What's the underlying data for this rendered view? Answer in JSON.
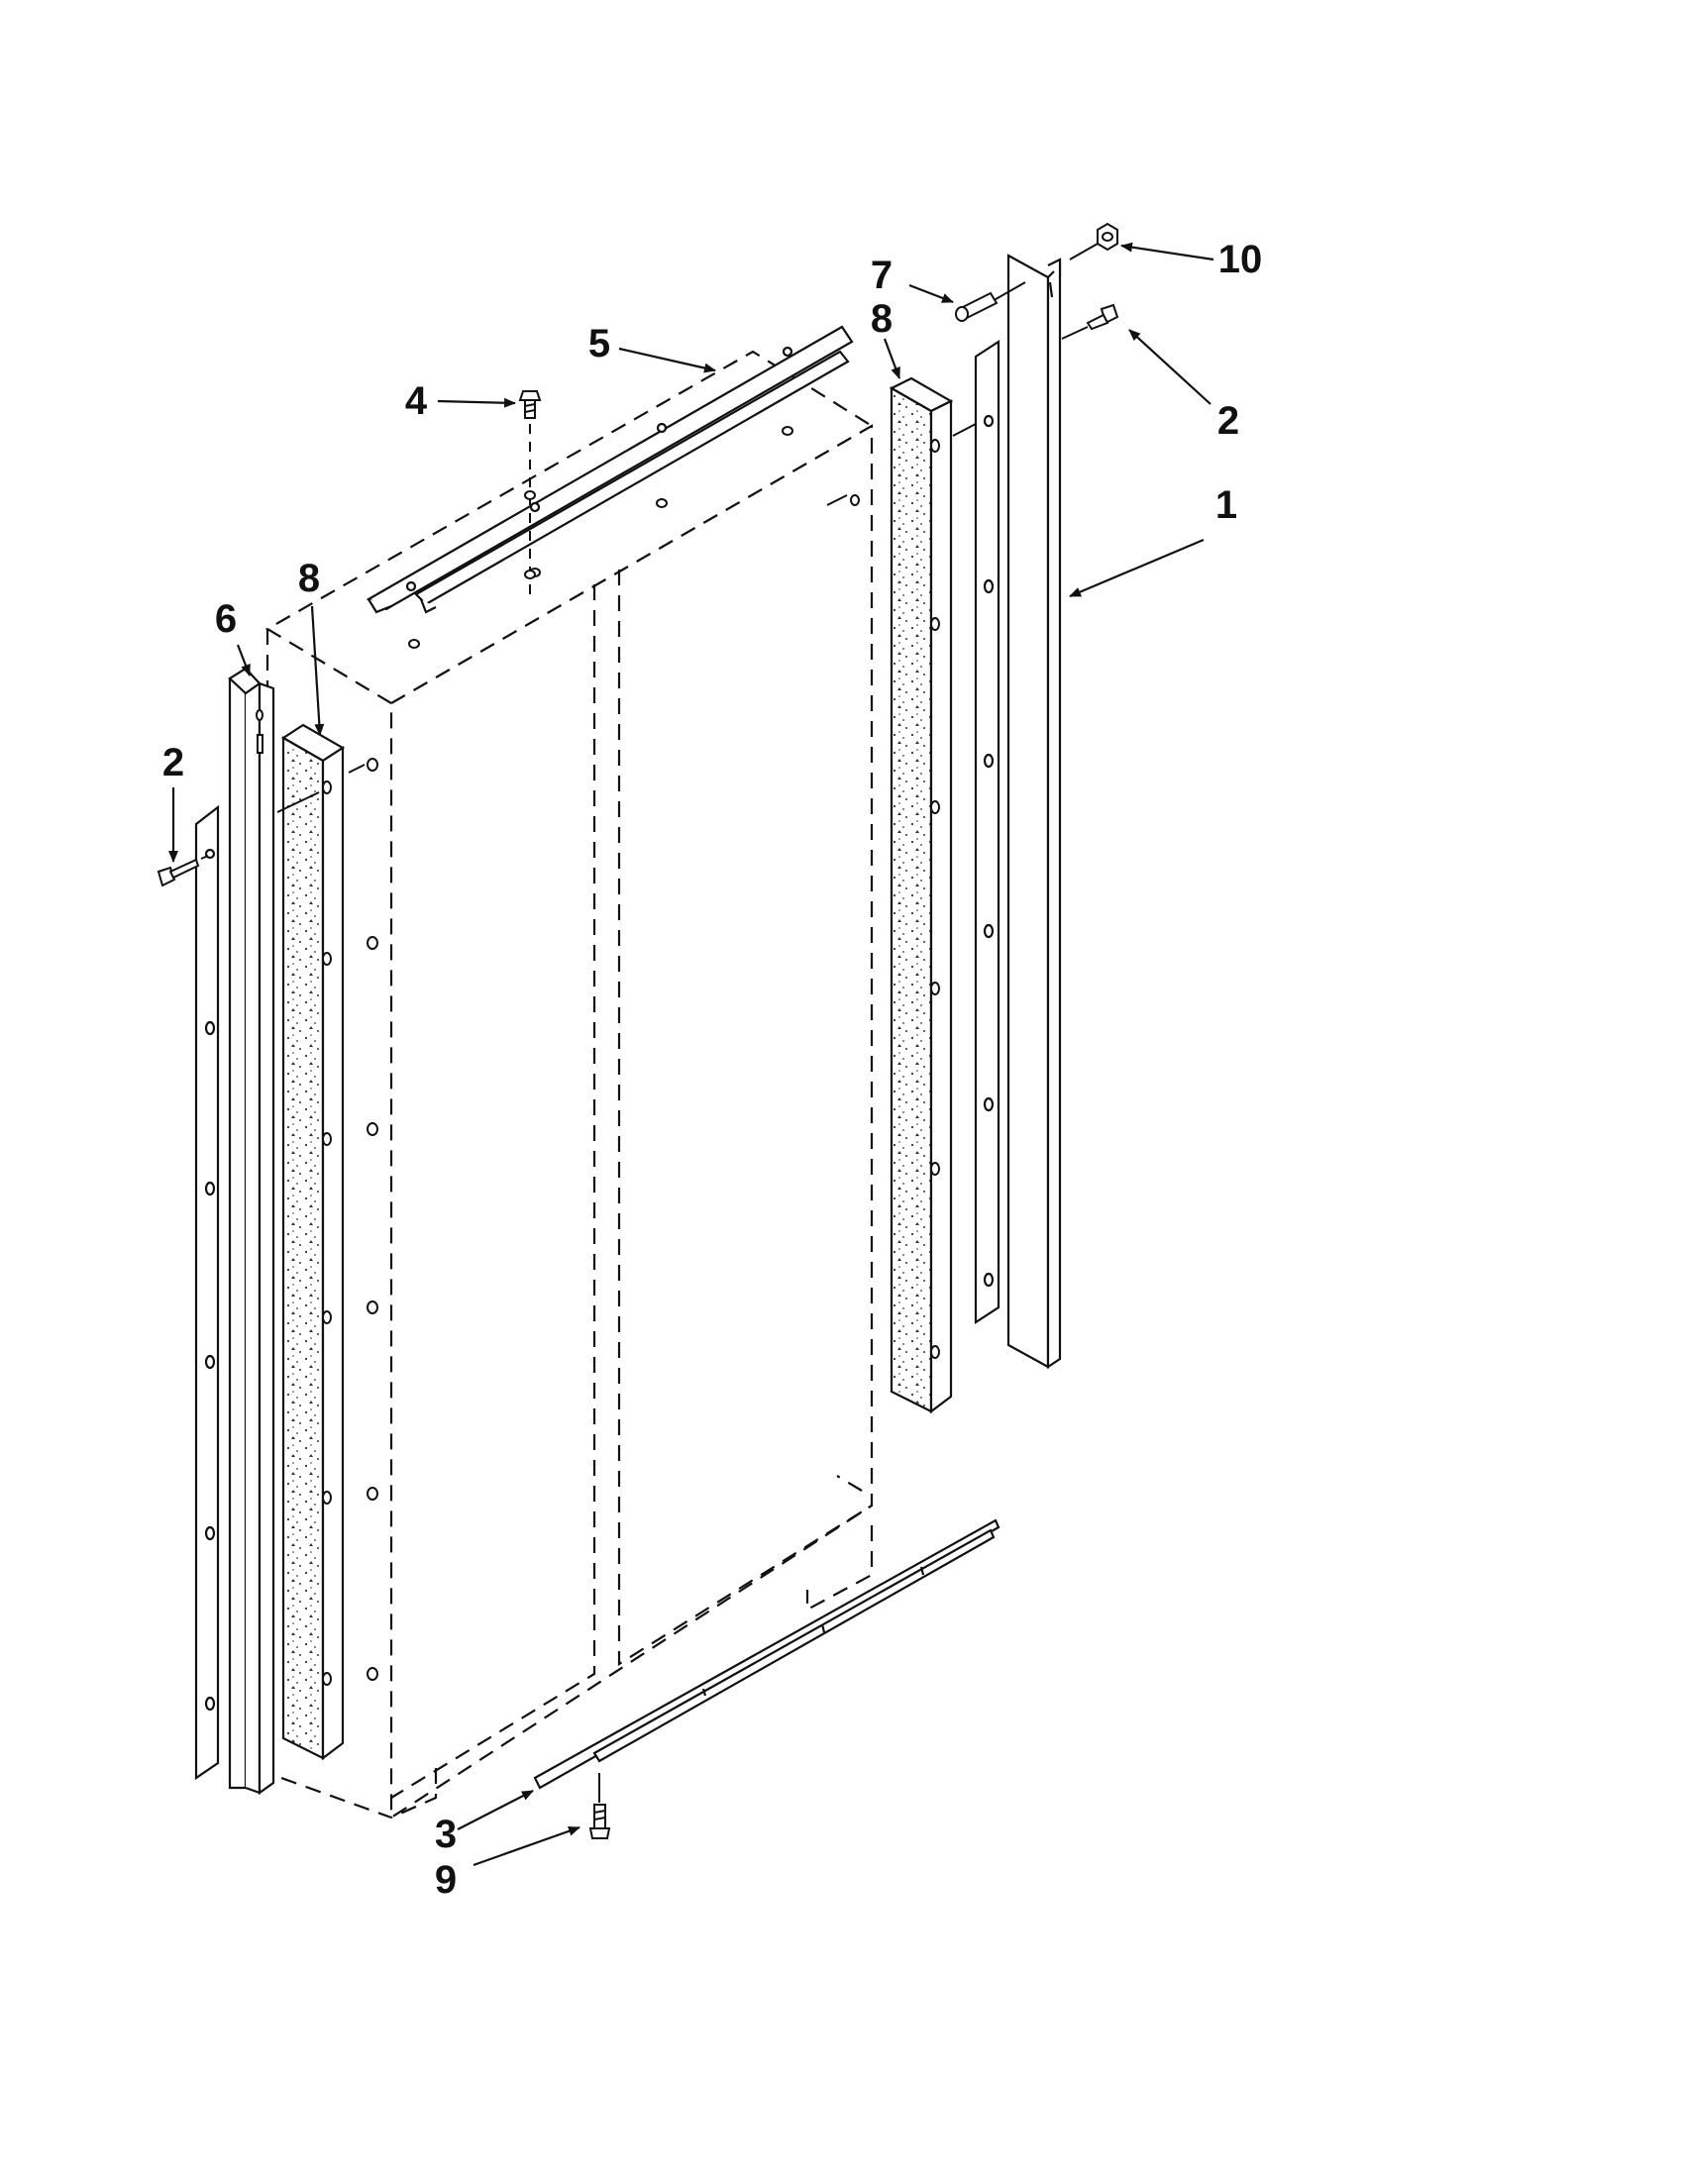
{
  "figure": {
    "colors": {
      "line": "#111111",
      "fill": "#ffffff",
      "dash": "#111111"
    }
  },
  "callouts": {
    "c1": "1",
    "c2_right": "2",
    "c2_left": "2",
    "c3": "3",
    "c4": "4",
    "c5": "5",
    "c6": "6",
    "c7": "7",
    "c8_left": "8",
    "c8_right": "8",
    "c9": "9",
    "c10": "10"
  }
}
